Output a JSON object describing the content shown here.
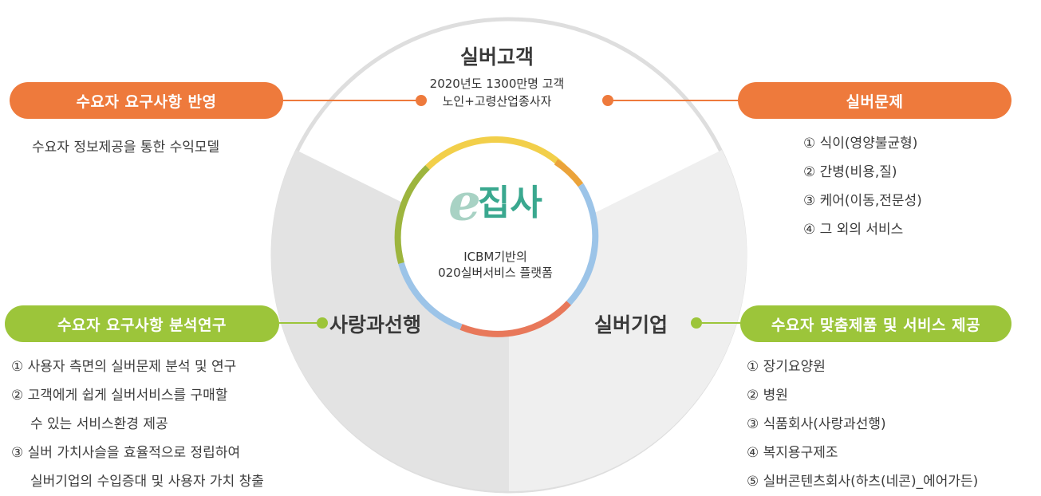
{
  "top": {
    "title": "실버고객",
    "line1": "2020년도 1300만명 고객",
    "line2": "노인+고령산업종사자"
  },
  "center": {
    "logo_e": "e",
    "logo_text": "집사",
    "line1": "ICBM기반의",
    "line2": "020실버서비스 플랫폼"
  },
  "segments": {
    "left": "사랑과선행",
    "right": "실버기업"
  },
  "left_top": {
    "pill": "수요자 요구사항 반영",
    "desc": "수요자 정보제공을 통한 수익모델"
  },
  "right_top": {
    "pill": "실버문제",
    "items": [
      "① 식이(영양불균형)",
      "② 간병(비용,질)",
      "③ 케어(이동,전문성)",
      "④ 그 외의 서비스"
    ]
  },
  "left_bottom": {
    "pill": "수요자 요구사항 분석연구",
    "items": [
      "① 사용자 측면의 실버문제 분석 및 연구",
      "② 고객에게 쉽게 실버서비스를 구매할",
      "수 있는 서비스환경 제공",
      "③ 실버 가치사슬을 효율적으로  정립하여",
      "실버기업의 수입증대 및 사용자 가치 창출"
    ]
  },
  "right_bottom": {
    "pill": "수요자 맞춤제품 및 서비스 제공",
    "items": [
      "① 장기요양원",
      "② 병원",
      "③ 식품회사(사랑과선행)",
      "④ 복지용구제조",
      "⑤ 실버콘텐츠회사(하츠(네콘)_에어가든)"
    ]
  },
  "colors": {
    "orange": "#ee7a3c",
    "green": "#9cc53a",
    "logo_teal": "#3aa88f",
    "ring_yellow": "#f2cf4a",
    "ring_blue": "#9cc4e8",
    "ring_red": "#e8785a",
    "ring_olive": "#9db53e"
  }
}
